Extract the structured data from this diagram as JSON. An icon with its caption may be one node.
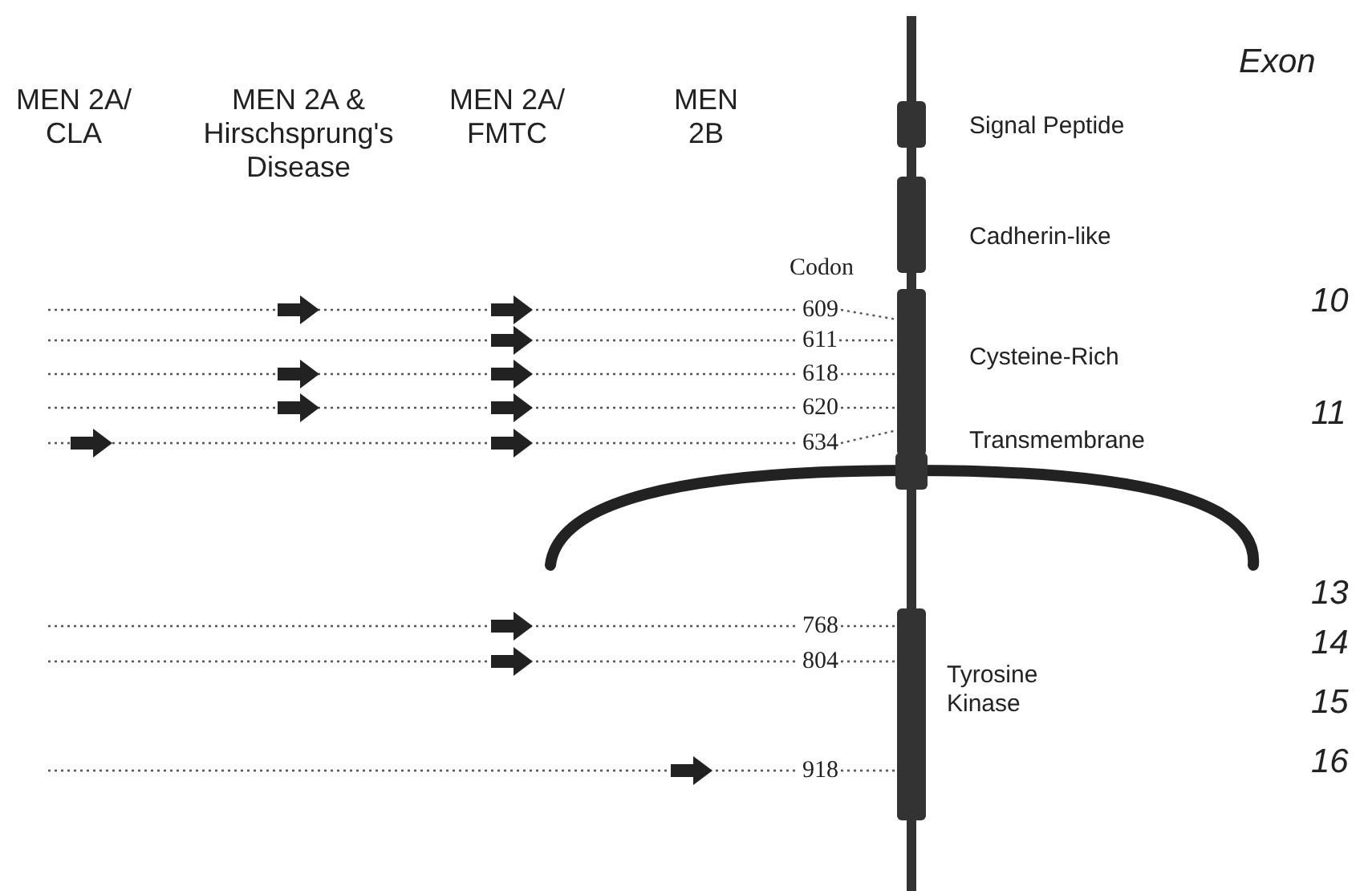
{
  "diagram": {
    "nodes": [
      {
        "text": [
          "Signal Peptide"
        ]
      },
      {
        "text": [
          "Cadherin-like"
        ]
      },
      {
        "text": [
          "Cysteine-Rich"
        ]
      },
      {
        "text": [
          "Transmembrane"
        ]
      },
      {
        "text": [
          "Tyrosine Kinase"
        ]
      },
      {
        "text": [
          "609"
        ]
      },
      {
        "text": [
          "611"
        ]
      },
      {
        "text": [
          "618"
        ]
      },
      {
        "text": [
          "620"
        ]
      },
      {
        "text": [
          "634"
        ]
      },
      {
        "text": [
          "768"
        ]
      },
      {
        "text": [
          "804"
        ]
      },
      {
        "text": [
          "918"
        ]
      }
    ],
    "edges": [
      {
        "from": 5,
        "to": 2,
        "arrow": "none",
        "style": "dashed"
      },
      {
        "from": 6,
        "to": 2,
        "arrow": "none",
        "style": "dashed"
      },
      {
        "from": 7,
        "to": 2,
        "arrow": "none",
        "style": "dashed"
      },
      {
        "from": 8,
        "to": 2,
        "arrow": "none",
        "style": "dashed"
      },
      {
        "from": 9,
        "to": 2,
        "arrow": "none",
        "style": "dashed"
      },
      {
        "from": 10,
        "to": 4,
        "arrow": "none",
        "style": "dashed"
      },
      {
        "from": 11,
        "to": 4,
        "arrow": "none",
        "style": "dashed"
      },
      {
        "from": 12,
        "to": 4,
        "arrow": "none",
        "style": "dashed"
      }
    ],
    "labels": [
      "MEN 2A/ CLA",
      "MEN 2A & Hirschsprung's Disease",
      "MEN 2A/ FMTC",
      "MEN 2B",
      "Exon",
      "Codon",
      "10",
      "11",
      "13",
      "14",
      "15",
      "16"
    ]
  }
}
